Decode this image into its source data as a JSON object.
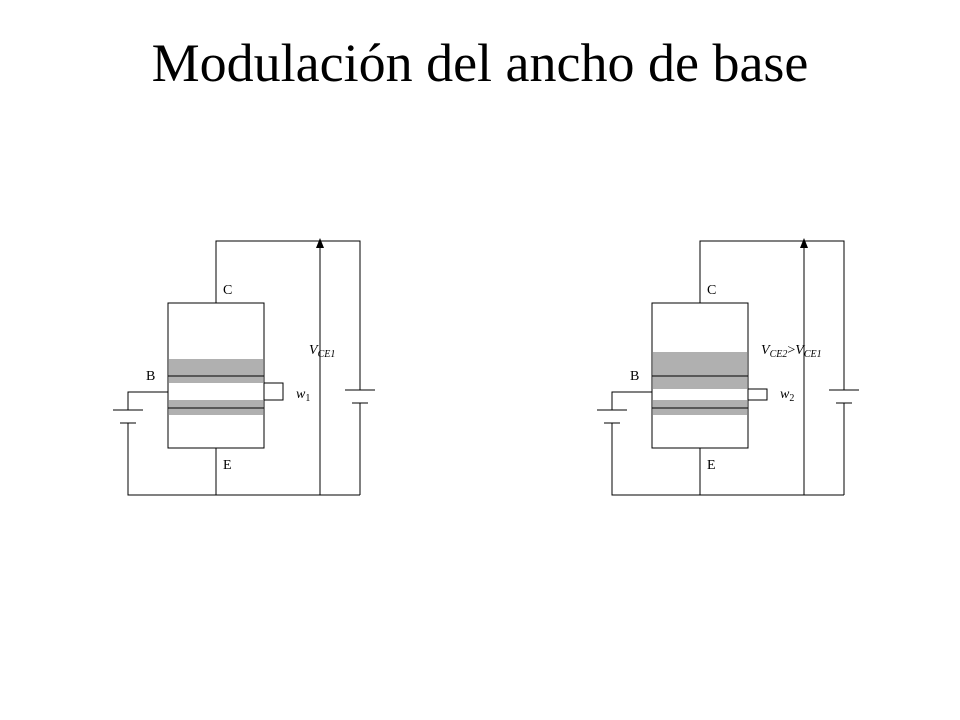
{
  "slide": {
    "title": "Modulación del ancho de base"
  },
  "left_circuit": {
    "collector_label": "C",
    "base_label": "B",
    "emitter_label": "E",
    "voltage_main": "V",
    "voltage_sub": "CE1",
    "width_main": "w",
    "width_sub": "1"
  },
  "right_circuit": {
    "collector_label": "C",
    "base_label": "B",
    "emitter_label": "E",
    "voltage_main": "V",
    "voltage_sub": "CE2",
    "voltage_compare": ">",
    "voltage2_main": "V",
    "voltage2_sub": "CE1",
    "width_main": "w",
    "width_sub": "2"
  },
  "colors": {
    "depletion_region": "#b0b0b0",
    "wire": "#000000"
  }
}
